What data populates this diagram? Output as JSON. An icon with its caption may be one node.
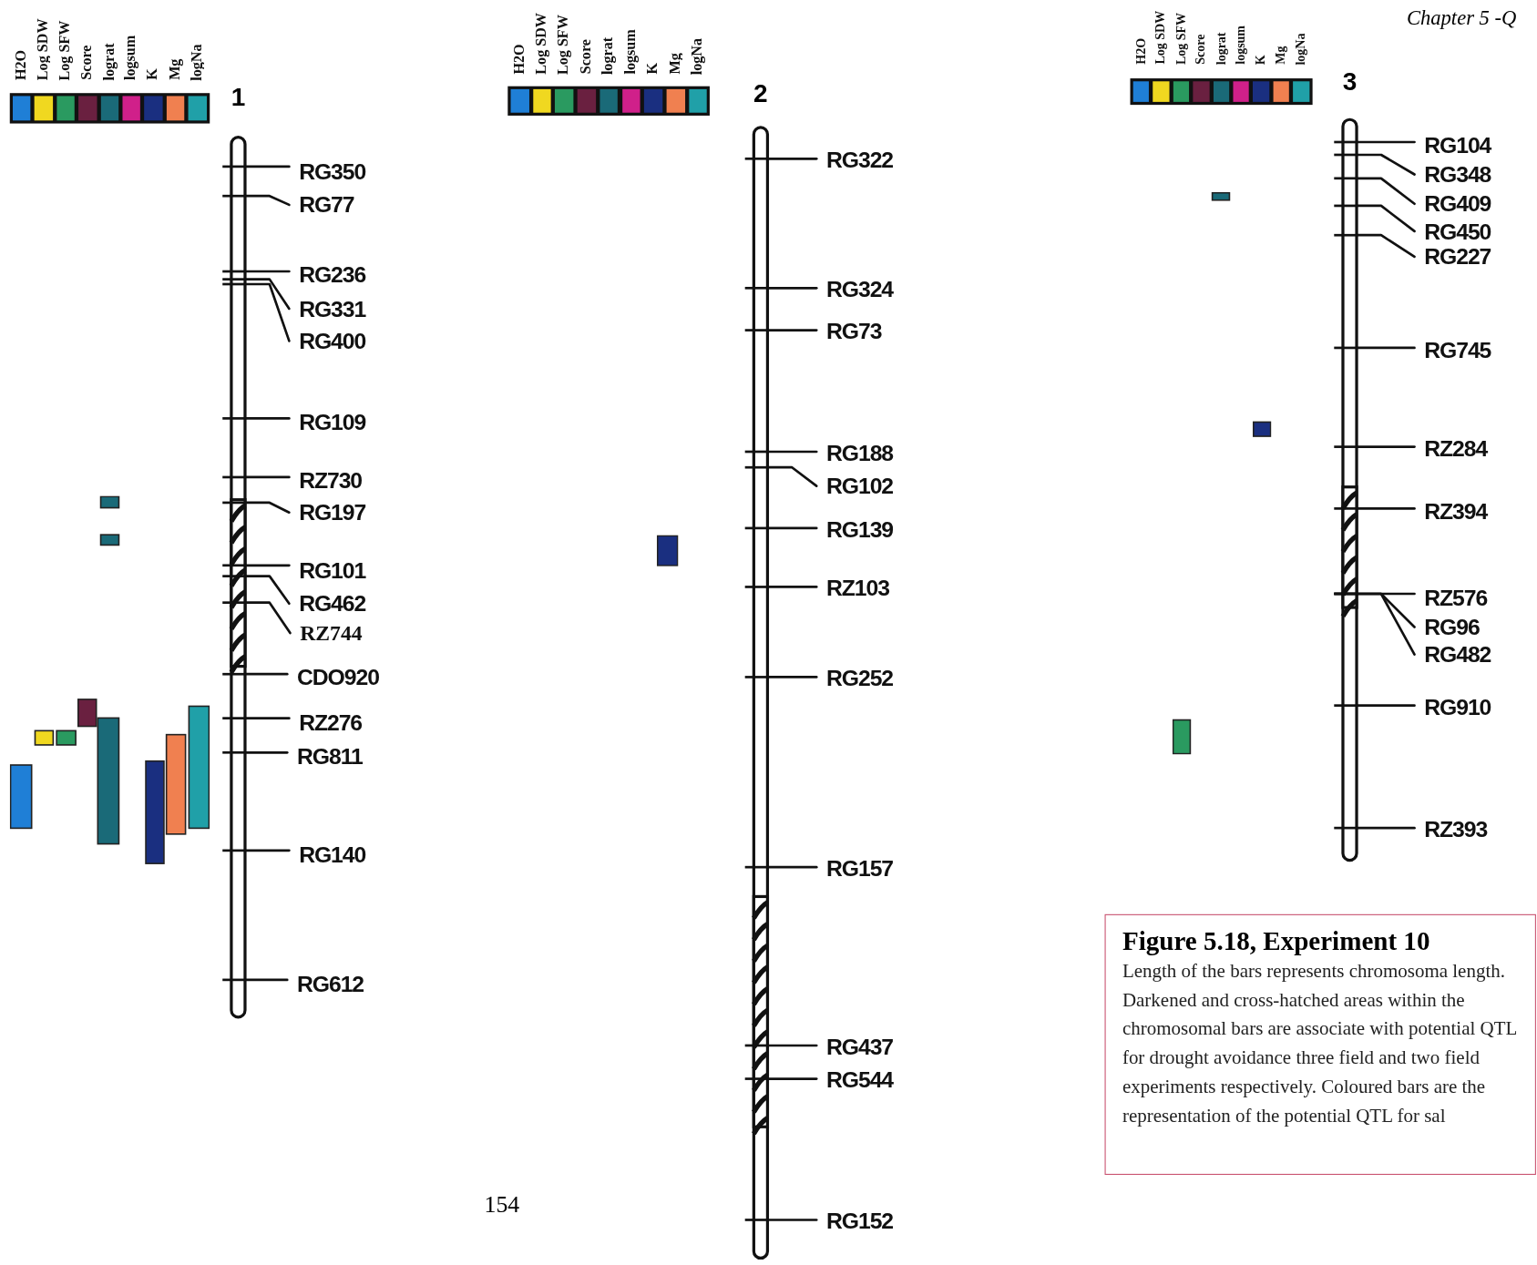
{
  "diagram": {
    "nodes": [
      {
        "text": [
          "1"
        ]
      },
      {
        "text": [
          "2"
        ]
      },
      {
        "text": [
          "3"
        ]
      },
      {
        "text": [
          "Figure 5.18, Experiment 10",
          "Length of the bars represents chromosoma length.  Darkened and cross-hatched areas within the chromosomal bars are associate with potential QTL for drought avoidance three field  and two field experiments respectively. Coloured bars are the representation of the potential QTL for sal"
        ]
      },
      {
        "text": [
          "RG350"
        ]
      },
      {
        "text": [
          "RG77"
        ]
      },
      {
        "text": [
          "RG236"
        ]
      },
      {
        "text": [
          "RG331"
        ]
      },
      {
        "text": [
          "RG400"
        ]
      },
      {
        "text": [
          "RG109"
        ]
      },
      {
        "text": [
          "RZ730"
        ]
      },
      {
        "text": [
          "RG197"
        ]
      },
      {
        "text": [
          "RG101"
        ]
      },
      {
        "text": [
          "RG462"
        ]
      },
      {
        "text": [
          "RZ744"
        ]
      },
      {
        "text": [
          "CDO920"
        ]
      },
      {
        "text": [
          "RZ276"
        ]
      },
      {
        "text": [
          "RG811"
        ]
      },
      {
        "text": [
          "RG140"
        ]
      },
      {
        "text": [
          "RG612"
        ]
      },
      {
        "text": [
          "RG322"
        ]
      },
      {
        "text": [
          "RG324"
        ]
      },
      {
        "text": [
          "RG73"
        ]
      },
      {
        "text": [
          "RG188"
        ]
      },
      {
        "text": [
          "RG102"
        ]
      },
      {
        "text": [
          "RG139"
        ]
      },
      {
        "text": [
          "RZ103"
        ]
      },
      {
        "text": [
          "RG252"
        ]
      },
      {
        "text": [
          "RG157"
        ]
      },
      {
        "text": [
          "RG437"
        ]
      },
      {
        "text": [
          "RG544"
        ]
      },
      {
        "text": [
          "RG152"
        ]
      },
      {
        "text": [
          "RG104"
        ]
      },
      {
        "text": [
          "RG348"
        ]
      },
      {
        "text": [
          "RG409"
        ]
      },
      {
        "text": [
          "RG450"
        ]
      },
      {
        "text": [
          "RG227"
        ]
      },
      {
        "text": [
          "RG745"
        ]
      },
      {
        "text": [
          "RZ284"
        ]
      },
      {
        "text": [
          "RZ394"
        ]
      },
      {
        "text": [
          "RZ576"
        ]
      },
      {
        "text": [
          "RG96"
        ]
      },
      {
        "text": [
          "RG482"
        ]
      },
      {
        "text": [
          "RG910"
        ]
      },
      {
        "text": [
          "RZ393"
        ]
      }
    ],
    "edges": [
      {
        "from": 4,
        "to": 0,
        "arrow": "none"
      },
      {
        "from": 5,
        "to": 0,
        "arrow": "none"
      },
      {
        "from": 6,
        "to": 0,
        "arrow": "none"
      },
      {
        "from": 7,
        "to": 0,
        "arrow": "none"
      },
      {
        "from": 8,
        "to": 0,
        "arrow": "none"
      },
      {
        "from": 9,
        "to": 0,
        "arrow": "none"
      },
      {
        "from": 10,
        "to": 0,
        "arrow": "none"
      },
      {
        "from": 11,
        "to": 0,
        "arrow": "none"
      },
      {
        "from": 12,
        "to": 0,
        "arrow": "none"
      },
      {
        "from": 13,
        "to": 0,
        "arrow": "none"
      },
      {
        "from": 14,
        "to": 0,
        "arrow": "none"
      },
      {
        "from": 15,
        "to": 0,
        "arrow": "none"
      },
      {
        "from": 16,
        "to": 0,
        "arrow": "none"
      },
      {
        "from": 17,
        "to": 0,
        "arrow": "none"
      },
      {
        "from": 18,
        "to": 0,
        "arrow": "none"
      },
      {
        "from": 19,
        "to": 0,
        "arrow": "none"
      },
      {
        "from": 20,
        "to": 1,
        "arrow": "none"
      },
      {
        "from": 21,
        "to": 1,
        "arrow": "none"
      },
      {
        "from": 22,
        "to": 1,
        "arrow": "none"
      },
      {
        "from": 23,
        "to": 1,
        "arrow": "none"
      },
      {
        "from": 24,
        "to": 1,
        "arrow": "none"
      },
      {
        "from": 25,
        "to": 1,
        "arrow": "none"
      },
      {
        "from": 26,
        "to": 1,
        "arrow": "none"
      },
      {
        "from": 27,
        "to": 1,
        "arrow": "none"
      },
      {
        "from": 28,
        "to": 1,
        "arrow": "none"
      },
      {
        "from": 29,
        "to": 1,
        "arrow": "none"
      },
      {
        "from": 30,
        "to": 1,
        "arrow": "none"
      },
      {
        "from": 31,
        "to": 1,
        "arrow": "none"
      },
      {
        "from": 32,
        "to": 2,
        "arrow": "none"
      },
      {
        "from": 33,
        "to": 2,
        "arrow": "none"
      },
      {
        "from": 34,
        "to": 2,
        "arrow": "none"
      },
      {
        "from": 35,
        "to": 2,
        "arrow": "none"
      },
      {
        "from": 36,
        "to": 2,
        "arrow": "none"
      },
      {
        "from": 37,
        "to": 2,
        "arrow": "none"
      },
      {
        "from": 38,
        "to": 2,
        "arrow": "none"
      },
      {
        "from": 39,
        "to": 2,
        "arrow": "none"
      },
      {
        "from": 40,
        "to": 2,
        "arrow": "none"
      },
      {
        "from": 41,
        "to": 2,
        "arrow": "none"
      },
      {
        "from": 42,
        "to": 2,
        "arrow": "none"
      },
      {
        "from": 43,
        "to": 2,
        "arrow": "none"
      },
      {
        "from": 44,
        "to": 2,
        "arrow": "none"
      }
    ],
    "labels": [
      "Chapter 5 -Q",
      "154"
    ],
    "legend": [
      {
        "text": "H2O",
        "color": "#1f7fd6"
      },
      {
        "text": "Log SDW",
        "color": "#f0d820"
      },
      {
        "text": "Log SFW",
        "color": "#2a9a60"
      },
      {
        "text": "Score",
        "color": "#6a2040"
      },
      {
        "text": "lograt",
        "color": "#1a6a78"
      },
      {
        "text": "logsum",
        "color": "#d0208a"
      },
      {
        "text": "K",
        "color": "#1a2f80"
      },
      {
        "text": "Mg",
        "color": "#f08050"
      },
      {
        "text": "logNa",
        "color": "#20a0a8"
      },
      {
        "text": "H2O",
        "color": "#1f7fd6"
      },
      {
        "text": "Log SDW",
        "color": "#f0d820"
      },
      {
        "text": "Log SFW",
        "color": "#2a9a60"
      },
      {
        "text": "Score",
        "color": "#6a2040"
      },
      {
        "text": "lograt",
        "color": "#1a6a78"
      },
      {
        "text": "logsum",
        "color": "#d0208a"
      },
      {
        "text": "K",
        "color": "#1a2f80"
      },
      {
        "text": "Mg",
        "color": "#f08050"
      },
      {
        "text": "logNa",
        "color": "#20a0a8"
      },
      {
        "text": "H2O",
        "color": "#1f7fd6"
      },
      {
        "text": "Log SDW",
        "color": "#f0d820"
      },
      {
        "text": "Log SFW",
        "color": "#2a9a60"
      },
      {
        "text": "Score",
        "color": "#6a2040"
      },
      {
        "text": "lograt",
        "color": "#1a6a78"
      },
      {
        "text": "logsum",
        "color": "#d0208a"
      },
      {
        "text": "K",
        "color": "#1a2f80"
      },
      {
        "text": "Mg",
        "color": "#f08050"
      },
      {
        "text": "logNa",
        "color": "#20a0a8"
      }
    ]
  }
}
